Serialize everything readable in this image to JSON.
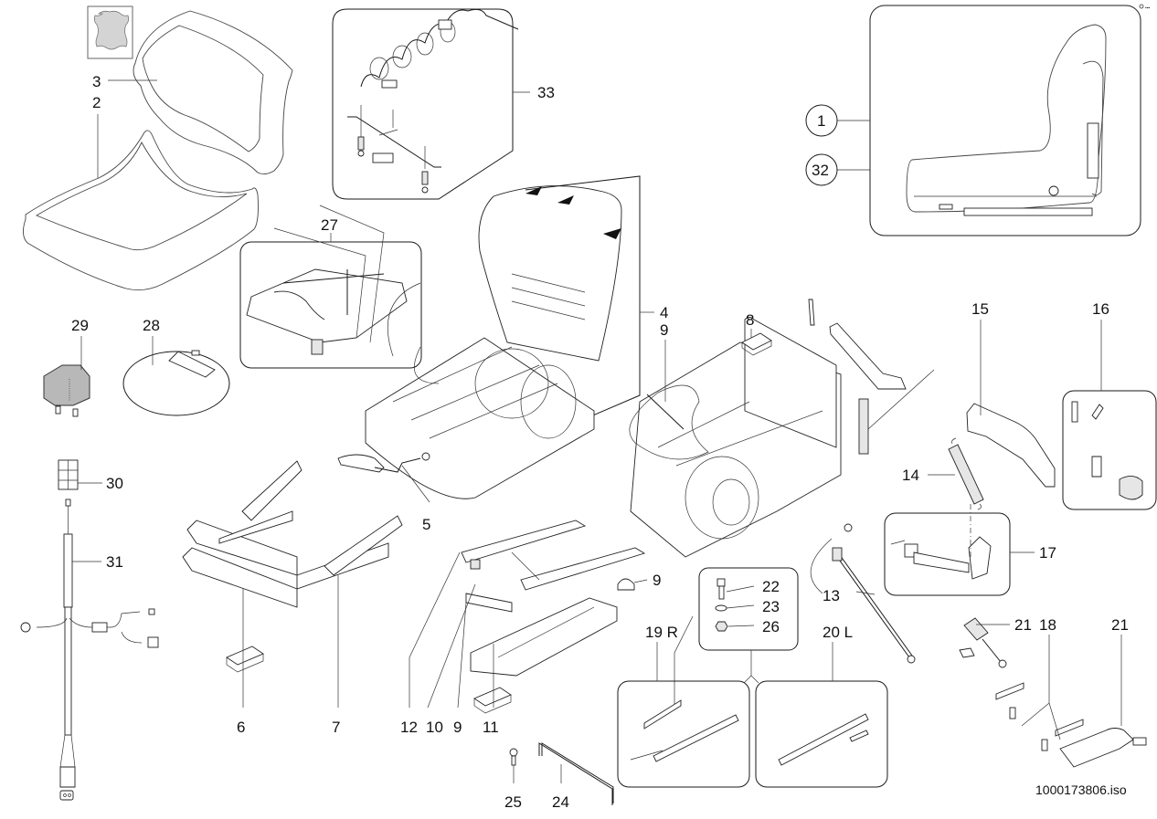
{
  "diagram": {
    "type": "exploded-parts-diagram",
    "subject": "Seat assembly",
    "file_name": "1000173806.iso",
    "material_icon": "leather-icon",
    "labels": {
      "p1": "1",
      "p2": "2",
      "p3": "3",
      "p4": "4",
      "p5": "5",
      "p6": "6",
      "p7": "7",
      "p8": "8",
      "p9a": "9",
      "p9b": "9",
      "p9c": "9",
      "p10": "10",
      "p11": "11",
      "p12": "12",
      "p13": "13",
      "p14": "14",
      "p15": "15",
      "p16": "16",
      "p17": "17",
      "p18": "18",
      "p19": "19 R",
      "p20": "20 L",
      "p21a": "21",
      "p21b": "21",
      "p22": "22",
      "p23": "23",
      "p24": "24",
      "p25": "25",
      "p26": "26",
      "p27": "27",
      "p28": "28",
      "p29": "29",
      "p30": "30",
      "p31": "31",
      "p32": "32",
      "p33": "33"
    },
    "callout_circles": [
      "1",
      "32"
    ],
    "groups": [
      {
        "name": "complete-seat",
        "parts": [
          "1",
          "32"
        ]
      },
      {
        "name": "wiring-harness-kit",
        "parts": [
          "33"
        ]
      },
      {
        "name": "suspension-plate-kit",
        "parts": [
          "27"
        ]
      },
      {
        "name": "fastener-kit",
        "parts": [
          "22",
          "23",
          "26"
        ]
      },
      {
        "name": "slide-rail-right",
        "parts": [
          "19 R"
        ]
      },
      {
        "name": "slide-rail-left",
        "parts": [
          "20 L"
        ]
      },
      {
        "name": "lever-kit",
        "parts": [
          "16"
        ]
      },
      {
        "name": "adjuster-kit",
        "parts": [
          "17"
        ]
      }
    ]
  }
}
